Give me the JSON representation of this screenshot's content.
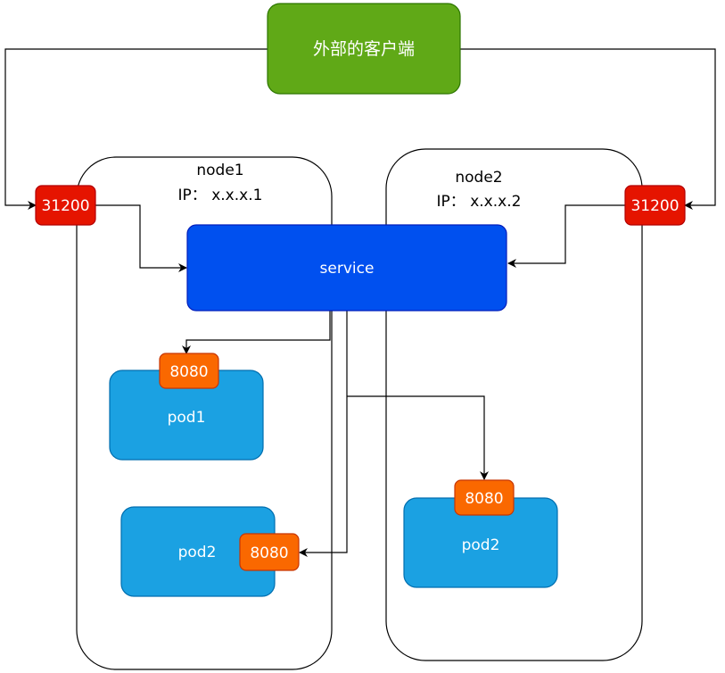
{
  "client": {
    "label": "外部的客户端"
  },
  "nodes": [
    {
      "name": "node1",
      "ip": "IP：  x.x.x.1"
    },
    {
      "name": "node2",
      "ip": "IP：  x.x.x.2"
    }
  ],
  "service": {
    "label": "service"
  },
  "node_ports": [
    {
      "label": "31200"
    },
    {
      "label": "31200"
    }
  ],
  "pods": [
    {
      "label": "pod1",
      "port": "8080"
    },
    {
      "label": "pod2",
      "port": "8080"
    },
    {
      "label": "pod2",
      "port": "8080"
    }
  ],
  "colors": {
    "client_fill": "#60a917",
    "client_stroke": "#2d7600",
    "service_fill": "#0050ef",
    "service_stroke": "#001dbc",
    "pod_fill": "#1ba1e2",
    "pod_stroke": "#006eaf",
    "pod_port_fill": "#fa6800",
    "pod_port_stroke": "#c73500",
    "node_port_fill": "#e51400",
    "node_port_stroke": "#b20000"
  }
}
